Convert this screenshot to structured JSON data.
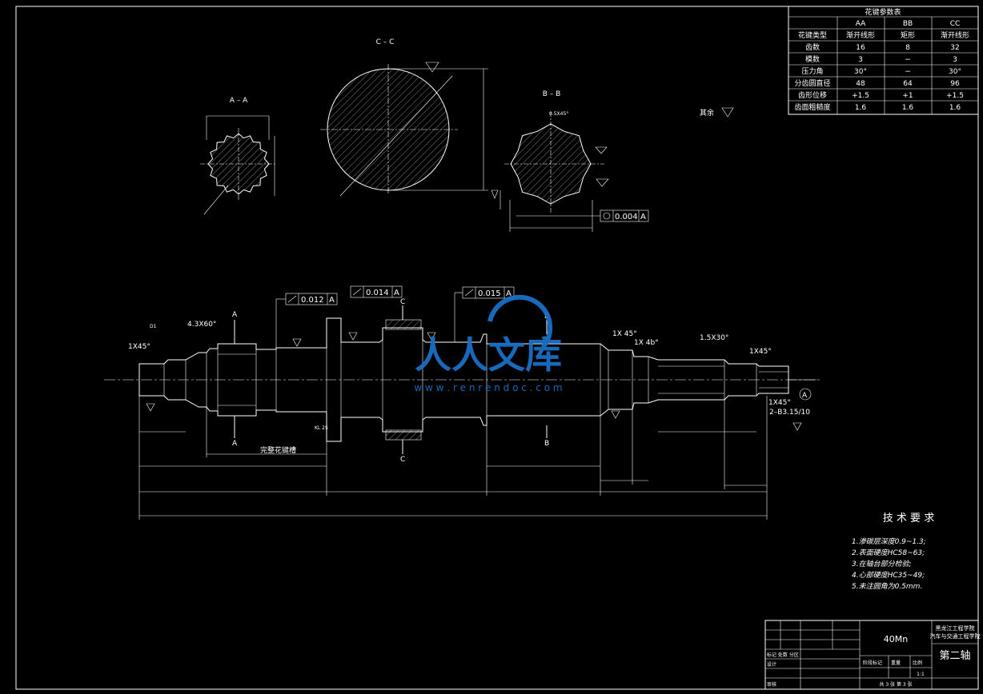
{
  "spline_table": {
    "title": "花键参数表",
    "columns": [
      "",
      "AA",
      "BB",
      "CC"
    ],
    "rows": [
      [
        "花键类型",
        "渐开线形",
        "矩形",
        "渐开线形"
      ],
      [
        "齿数",
        "16",
        "8",
        "32"
      ],
      [
        "模数",
        "3",
        "−",
        "3"
      ],
      [
        "压力角",
        "30°",
        "−",
        "30°"
      ],
      [
        "分齿圆直径",
        "48",
        "64",
        "96"
      ],
      [
        "齿形位移",
        "+1.5",
        "+1",
        "+1.5"
      ],
      [
        "齿面粗糙度",
        "1.6",
        "1.6",
        "1.6"
      ]
    ]
  },
  "sections": {
    "aa": "A – A",
    "cc": "C – C",
    "bb": "B – B",
    "bb_chamfer": "0.5X45°",
    "bb_tolerance": "0.004",
    "bb_datum": "A",
    "rest_note": "其余"
  },
  "main_view": {
    "tol1": "0.012",
    "tol2": "0.014",
    "tol3": "0.015",
    "datum": "A",
    "ch_1x45_left": "1X45°",
    "d1": "D1",
    "thread_left": "4.3X60°",
    "ch_1x45_mid": "1X 45°",
    "ch_1x4b": "1X 4b°",
    "thread_right": "1.5X30°",
    "ch_1x45_right": "1X45°",
    "ch_1x45_bot": "1X45°",
    "center_hole": "2–B3.15/10",
    "spline_note": "完整花键槽",
    "kl": "KL 25",
    "sec_a": "A",
    "sec_b": "B",
    "sec_c": "C"
  },
  "tech_req": {
    "title": "技 术 要 求",
    "items": [
      "1.渗碳层深度0.9~1.3;",
      "2.表面硬度HC58~63;",
      "3.在轴台部分检验;",
      "4.心部硬度HC35~49;",
      "5.未注圆角为0.5mm."
    ]
  },
  "title_block": {
    "material": "40Mn",
    "school_line1": "黑龙江工程学院",
    "school_line2": "汽车与交通工程学院",
    "part_name": "第二轴",
    "scale": "1:1",
    "sheets": "共 3 张   第 3 张",
    "labels": [
      "标记 处数 分区",
      "设计",
      "审核",
      "阶段标记",
      "重量",
      "比例"
    ]
  },
  "watermark": {
    "text": "人人文库",
    "url": "w w w . r e n r e n d o c . c o m",
    "color": "#1a6fc4"
  }
}
